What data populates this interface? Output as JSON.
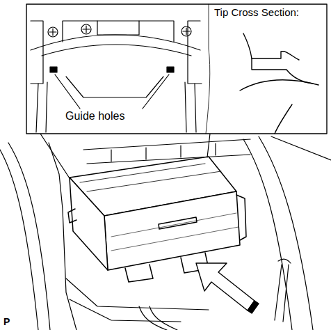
{
  "diagram": {
    "labels": [
      "Tip Cross Section:",
      "Guide holes",
      "P"
    ]
  }
}
